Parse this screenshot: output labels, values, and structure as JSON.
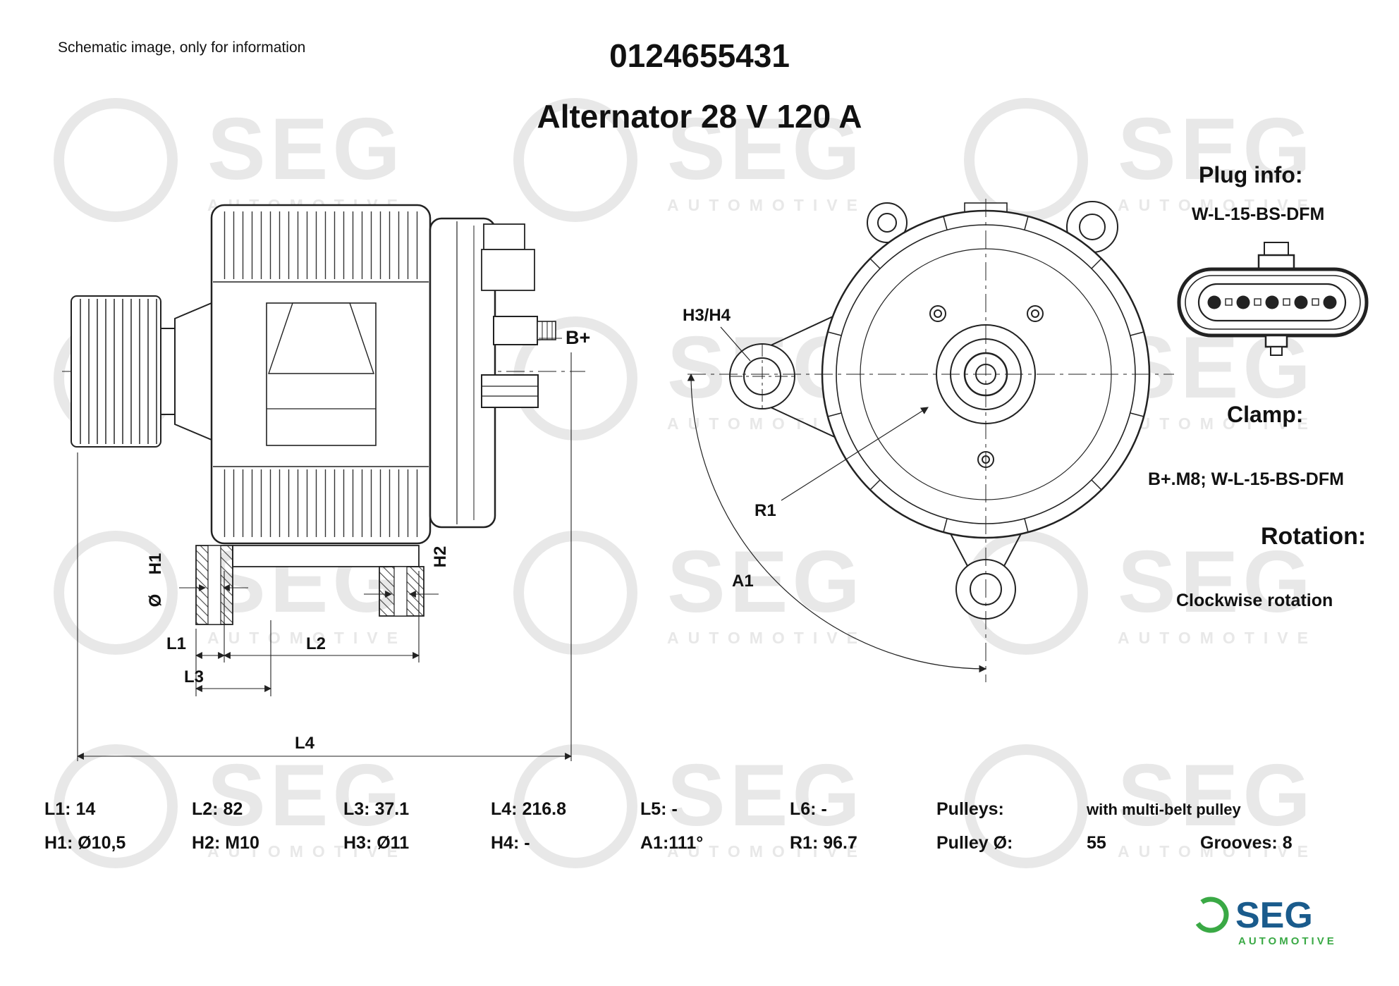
{
  "header": {
    "disclaimer": "Schematic image, only for information",
    "part_number": "0124655431",
    "product_title": "Alternator 28 V 120 A"
  },
  "panel": {
    "plug_heading": "Plug info:",
    "plug_value": "W-L-15-BS-DFM",
    "clamp_heading": "Clamp:",
    "clamp_value": "B+.M8; W-L-15-BS-DFM",
    "rotation_heading": "Rotation:",
    "rotation_value": "Clockwise rotation"
  },
  "drawing": {
    "b_plus": "B+",
    "h1": "H1",
    "h2": "H2",
    "diameter_symbol": "Ø",
    "l1": "L1",
    "l2": "L2",
    "l3": "L3",
    "l4": "L4",
    "h3_h4": "H3/H4",
    "r1": "R1",
    "a1": "A1"
  },
  "specs": {
    "l1": "L1: 14",
    "l2": "L2: 82",
    "l3": "L3: 37.1",
    "l4": "L4: 216.8",
    "l5": "L5: -",
    "l6": "L6: -",
    "pulleys_label": "Pulleys:",
    "pulley_note": "with multi-belt pulley",
    "h1": "H1: Ø10,5",
    "h2": "H2: M10",
    "h3": "H3: Ø11",
    "h4": "H4: -",
    "a1": "A1:111°",
    "r1": "R1: 96.7",
    "pulley_diameter_label": "Pulley Ø:",
    "pulley_diameter_value": "55",
    "grooves": "Grooves: 8"
  },
  "logo": {
    "name": "SEG",
    "subtitle": "AUTOMOTIVE"
  },
  "watermark": {
    "text": "SEG",
    "subtext": "AUTOMOTIVE"
  },
  "colors": {
    "logo_blue": "#1a5b8c",
    "logo_green": "#3aa945",
    "line_color": "#222222",
    "watermark_gray": "#e8e8e8"
  }
}
